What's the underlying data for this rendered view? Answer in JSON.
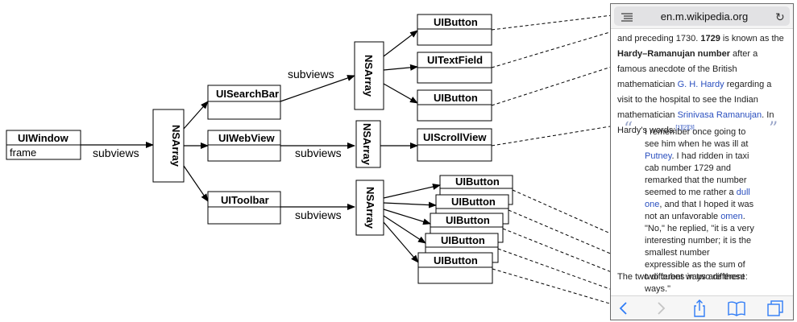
{
  "diagram": {
    "uiwindow": {
      "title": "UIWindow",
      "attr": "frame"
    },
    "nsarray_label": "NSArray",
    "subviews_label": "subviews",
    "uisearchbar": "UISearchBar",
    "uiwebview": "UIWebView",
    "uitoolbar": "UIToolbar",
    "search_children": [
      "UIButton",
      "UITextField",
      "UIButton"
    ],
    "uiscrollview": "UIScrollView",
    "toolbar_children": [
      "UIButton",
      "UIButton",
      "UIButton",
      "UIButton",
      "UIButton"
    ]
  },
  "phone": {
    "url": "en.m.wikipedia.org",
    "reader_icon": "reader-mode-icon",
    "reload_icon": "reload-icon",
    "para": {
      "t1": "and preceding 1730. ",
      "b1": "1729",
      "t2": " is known as the ",
      "b2": "Hardy–Ramanujan number",
      "t3": " after a famous anecdote of the British mathematician ",
      "l1": "G. H. Hardy",
      "t4": " regarding a visit to the hospital to see the Indian mathematician ",
      "l2": "Srinivasa Ramanujan",
      "t5": ". In Hardy's words:",
      "refs": "[1][2][3]"
    },
    "quote": {
      "open_mark": "“",
      "close_mark": "”",
      "q1": "I remember once going to see him when he was ill at ",
      "l1": "Putney",
      "q2": ". I had ridden in taxi cab number 1729 and remarked that the number seemed to me rather a ",
      "l2": "dull one",
      "q3": ", and that I hoped it was not an unfavorable ",
      "l3": "omen",
      "q4": ". \"No,\" he replied, \"it is a very interesting number; it is the smallest number expressible as the sum of two cubes in two different ways.\""
    },
    "after_quote": "The two different ways are these:",
    "toolbar_icons": [
      "back-icon",
      "forward-icon",
      "share-icon",
      "bookmarks-icon",
      "tabs-icon"
    ],
    "colors": {
      "link": "#2a4fbf",
      "tint": "#2f7cf6",
      "quote_marks": "#9aa6c9"
    }
  }
}
